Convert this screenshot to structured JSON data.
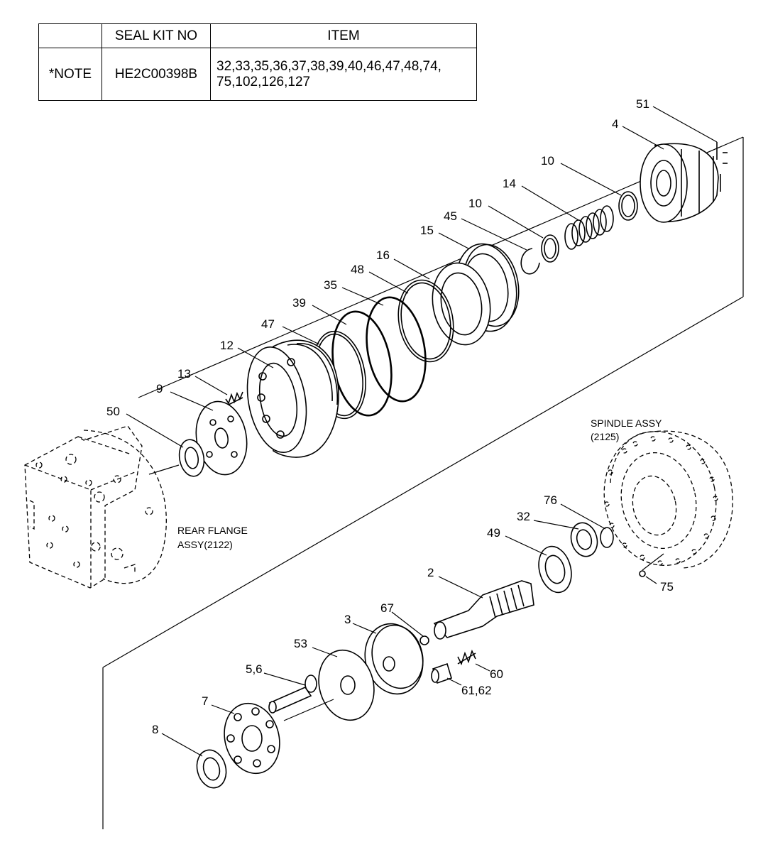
{
  "table": {
    "headers": [
      "",
      "SEAL KIT NO",
      "ITEM"
    ],
    "row": {
      "note": "*NOTE",
      "kit_no": "HE2C00398B",
      "items_line1": "32,33,35,36,37,38,39,40,46,47,48,74,",
      "items_line2": "75,102,126,127"
    }
  },
  "callouts": {
    "p51": "51",
    "p4": "4",
    "p10a": "10",
    "p14": "14",
    "p10b": "10",
    "p45": "45",
    "p15": "15",
    "p16": "16",
    "p48": "48",
    "p35": "35",
    "p39": "39",
    "p47": "47",
    "p12": "12",
    "p13": "13",
    "p9": "9",
    "p50": "50",
    "p76": "76",
    "p32": "32",
    "p49": "49",
    "p2": "2",
    "p67": "67",
    "p3": "3",
    "p53": "53",
    "p56": "5,6",
    "p7": "7",
    "p8": "8",
    "p60": "60",
    "p6162": "61,62",
    "p75": "75"
  },
  "assemblies": {
    "rear_flange_line1": "REAR FLANGE",
    "rear_flange_line2": "ASSY(2122)",
    "spindle_line1": "SPINDLE ASSY",
    "spindle_line2": "(2125)"
  }
}
